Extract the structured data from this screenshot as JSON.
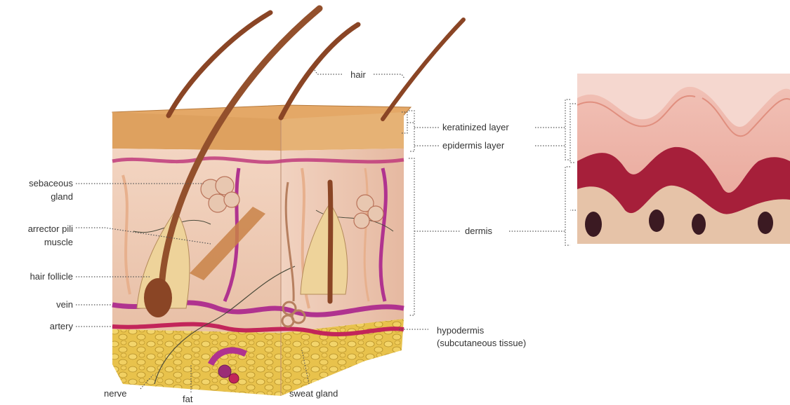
{
  "labels": {
    "hair": "hair",
    "keratinized_layer": "keratinized layer",
    "epidermis_layer": "epidermis layer",
    "dermis": "dermis",
    "hypodermis": "hypodermis",
    "hypodermis_sub": "(subcutaneous tissue)",
    "sebaceous_gland_1": "sebaceous",
    "sebaceous_gland_2": "gland",
    "arrector_pili_1": "arrector pili",
    "arrector_pili_2": "muscle",
    "hair_follicle": "hair follicle",
    "vein": "vein",
    "artery": "artery",
    "nerve": "nerve",
    "fat": "fat",
    "sweat_gland": "sweat gland"
  },
  "colors": {
    "epidermis": "#e4a867",
    "keratin": "#d89a55",
    "dermis": "#efcfb9",
    "hypodermis_fat": "#e2b73c",
    "vessel_vein": "#b0338f",
    "vessel_artery": "#c2255a",
    "hair": "#8a4525",
    "micro_top": "#e9a59a",
    "micro_dark": "#a61f3a"
  }
}
